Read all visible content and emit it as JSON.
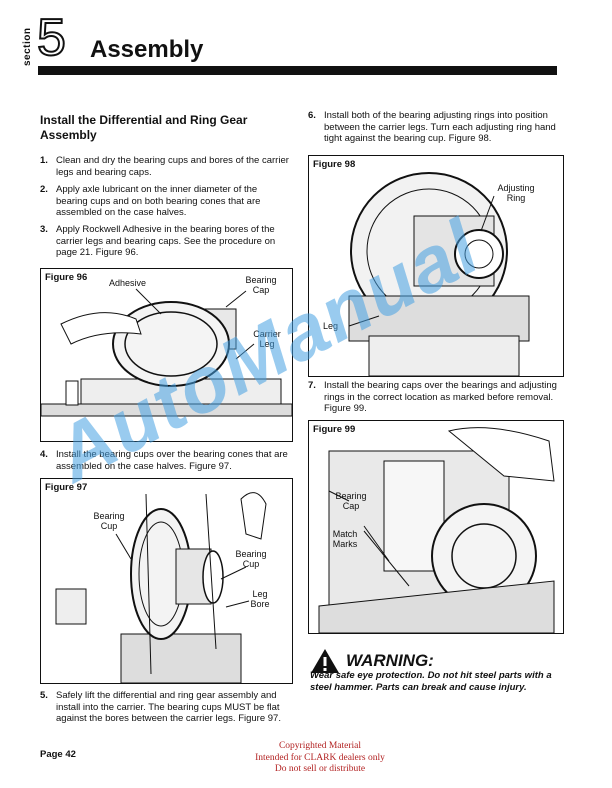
{
  "header": {
    "section_label": "section",
    "section_number": "5",
    "title": "Assembly"
  },
  "left": {
    "heading": "Install the Differential and Ring Gear Assembly",
    "steps": [
      {
        "num": "1.",
        "text": "Clean and dry the bearing cups and bores of the carrier legs and bearing caps."
      },
      {
        "num": "2.",
        "text": "Apply axle lubricant on the inner diameter of the bearing cups and on both bearing cones that are assembled on the case halves."
      },
      {
        "num": "3.",
        "text": "Apply Rockwell Adhesive in the bearing bores of the carrier legs and bearing caps. See the procedure on page 21. Figure 96."
      },
      {
        "num": "4.",
        "text": "Install the bearing cups over the bearing cones that are assembled on the case halves. Figure 97."
      },
      {
        "num": "5.",
        "text": "Safely lift the differential and ring gear assembly and install into the carrier. The bearing cups MUST be flat against the bores between the carrier legs. Figure 97."
      }
    ]
  },
  "right": {
    "steps": [
      {
        "num": "6.",
        "text": "Install both of the bearing adjusting rings into position between the carrier legs. Turn each adjusting ring hand tight against the bearing cup. Figure 98."
      },
      {
        "num": "7.",
        "text": "Install the bearing caps over the bearings and adjusting rings in the correct location as marked before removal. Figure 99."
      }
    ]
  },
  "figures": {
    "f96": {
      "title": "Figure 96",
      "adhesive": "Adhesive",
      "bearing_cap": "Bearing Cap",
      "carrier_leg": "Carrier Leg"
    },
    "f97": {
      "title": "Figure 97",
      "bearing_cup_1": "Bearing Cup",
      "bearing_cup_2": "Bearing Cup",
      "leg_bore": "Leg Bore"
    },
    "f98": {
      "title": "Figure 98",
      "adjusting_ring": "Adjusting Ring",
      "leg": "Leg"
    },
    "f99": {
      "title": "Figure 99",
      "bearing_cap": "Bearing Cap",
      "match_marks": "Match Marks"
    }
  },
  "warning": {
    "heading": "WARNING:",
    "text": "Wear safe eye protection. Do not hit steel parts with a steel hammer. Parts can break and cause injury."
  },
  "footer": {
    "page": "Page 42",
    "copyright_lines": [
      "Copyrighted Material",
      "Intended for CLARK dealers only",
      "Do not sell or distribute"
    ]
  },
  "watermark": "AutoManual",
  "colors": {
    "ink": "#111111",
    "watermark": "#46a0e1",
    "copyright": "#b22222"
  }
}
